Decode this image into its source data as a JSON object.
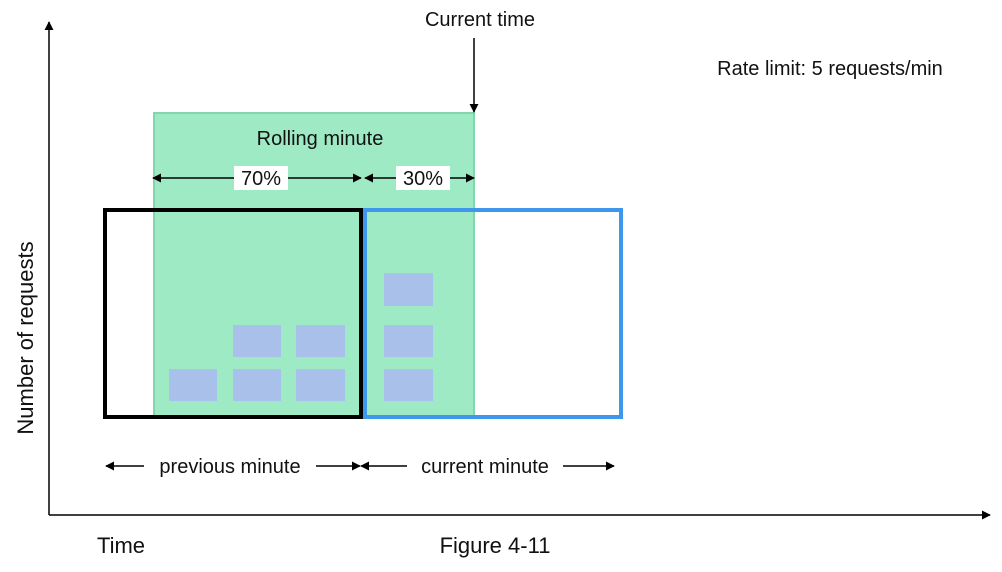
{
  "labels": {
    "current_time": "Current time",
    "rate_limit": "Rate limit: 5 requests/min",
    "rolling_minute": "Rolling minute",
    "pct_previous": "70%",
    "pct_current": "30%",
    "previous_minute": "previous minute",
    "current_minute": "current minute",
    "y_axis": "Number of requests",
    "x_axis": "Time",
    "caption": "Figure 4-11"
  },
  "colors": {
    "rolling_window_fill": "#9eeac4",
    "rolling_window_stroke": "#82d6a9",
    "previous_minute_border": "#000000",
    "current_minute_border": "#3f97ec",
    "request_block": "#a8c0ea",
    "axis": "#000000"
  }
}
